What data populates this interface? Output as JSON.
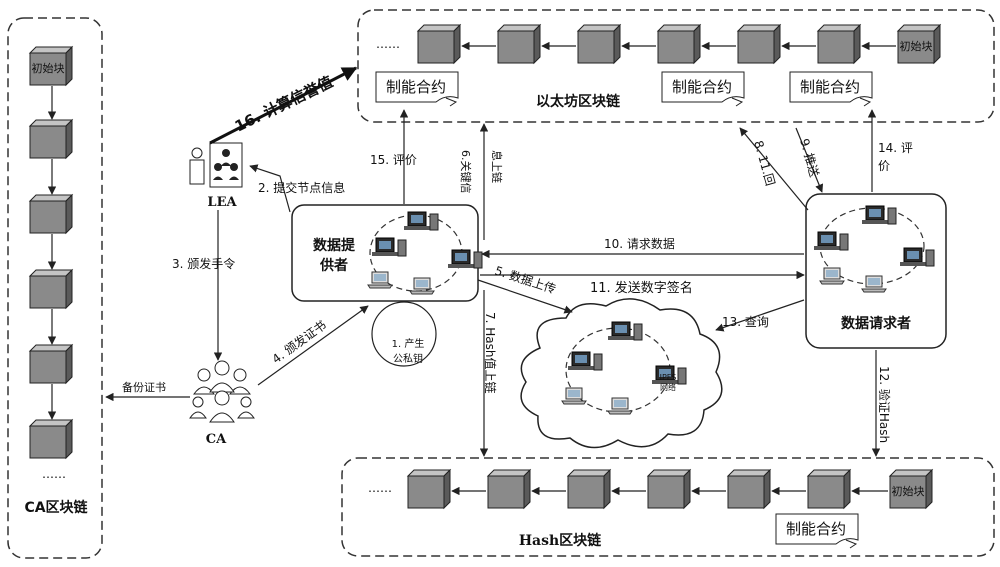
{
  "ca_chain": {
    "title": "CA区块链",
    "genesis_label": "初始块",
    "ellipsis": "……"
  },
  "eth_chain": {
    "title": "以太坊区块链",
    "genesis_label": "初始块",
    "ellipsis": "……",
    "contract_labels": [
      "制能合约",
      "制能合约",
      "制能合约"
    ]
  },
  "hash_chain": {
    "title": "Hash区块链",
    "genesis_label": "初始块",
    "ellipsis": "……",
    "contract_label": "制能合约"
  },
  "actors": {
    "lea": "LEA",
    "ca": "CA",
    "provider": "数据提供者",
    "provider_line1": "数据提",
    "provider_line2": "供者",
    "requester": "数据请求者",
    "ipfs_line1": "IPFS",
    "ipfs_line2": "网络",
    "keygen_line1": "1. 产生",
    "keygen_line2": "公私钥"
  },
  "steps": {
    "s2": "2. 提交节点信息",
    "s3": "3. 颁发手令",
    "s4": "4. 颁发证书",
    "s5": "5. 数据上传",
    "s6_line1": "6.关键信",
    "s6_line2": "息上链",
    "s7": "7. Hash值上链",
    "s8": "8. 11.回",
    "s9": "9. 推送",
    "s10": "10. 请求数据",
    "s11": "11. 发送数字签名",
    "s12": "12. 验证Hash",
    "s13": "13. 查询",
    "s14_line1": "14. 评",
    "s14_line2": "价",
    "s15": "15. 评价",
    "s16": "16. 计算信誉值",
    "backup": "备份证书"
  }
}
